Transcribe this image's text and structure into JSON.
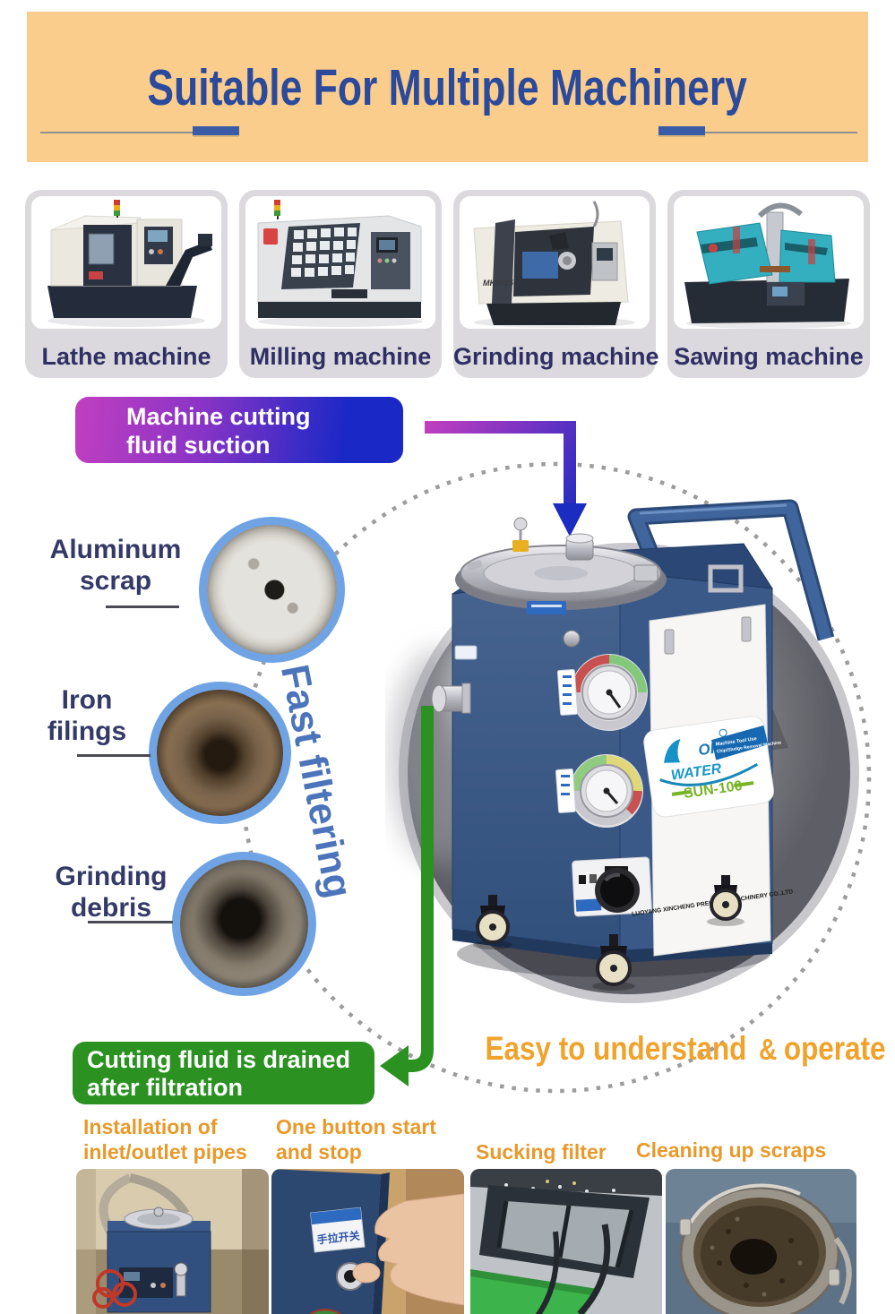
{
  "page": {
    "background": "#FFFFFF"
  },
  "colors": {
    "header_bg": "#FBCD8D",
    "title_blue": "#2B4A9B",
    "card_bg": "#DBD9DD",
    "card_label_navy": "#2F2F63",
    "gradient_magenta": "#C13FC0",
    "gradient_blue": "#1A28C6",
    "circle_border_blue": "#6FA3E3",
    "debris_label_navy": "#343A68",
    "fast_filtering_blue": "#4C74BA",
    "drain_green": "#2B9222",
    "headline_orange": "#F0A22B",
    "feature_label_orange": "#E8992A",
    "machine_body_blue": "#3A5988",
    "model_green": "#78B428"
  },
  "header": {
    "title": "Suitable For Multiple Machinery"
  },
  "machines": {
    "items": [
      {
        "label": "Lathe machine"
      },
      {
        "label": "Milling machine"
      },
      {
        "label": "Grinding machine",
        "photo_text": "MK6025"
      },
      {
        "label": "Sawing machine"
      }
    ]
  },
  "flow": {
    "suction_banner": {
      "line1": "Machine cutting",
      "line2": "fluid suction"
    },
    "debris": [
      {
        "line1": "Aluminum",
        "line2": "scrap"
      },
      {
        "line1": "Iron",
        "line2": "filings"
      },
      {
        "line1": "Grinding",
        "line2": "debris"
      }
    ],
    "fast_filtering": "Fast filtering",
    "product": {
      "brand_line1": "OIL",
      "brand_line2": "WATER",
      "ribbon_line1": "Machine Tool Use",
      "ribbon_line2": "Chip/Sludge Removal Machine",
      "model": "SUN-100",
      "company": "LUOYANG XINCHENG PRECISION MACHINERY CO.,LTD"
    },
    "drain_banner": {
      "line1": "Cutting fluid is drained",
      "line2": "after filtration"
    },
    "headline": {
      "part1": "Easy to understand",
      "amp": "&",
      "part2": "operate"
    }
  },
  "features": {
    "items": [
      {
        "line1": "Installation of",
        "line2": "inlet/outlet pipes"
      },
      {
        "line1": "One button start",
        "line2": "and stop"
      },
      {
        "line1": "Sucking filter",
        "line2": ""
      },
      {
        "line1": "Cleaning up scraps",
        "line2": ""
      }
    ],
    "button_sticker": "手拉开关"
  }
}
